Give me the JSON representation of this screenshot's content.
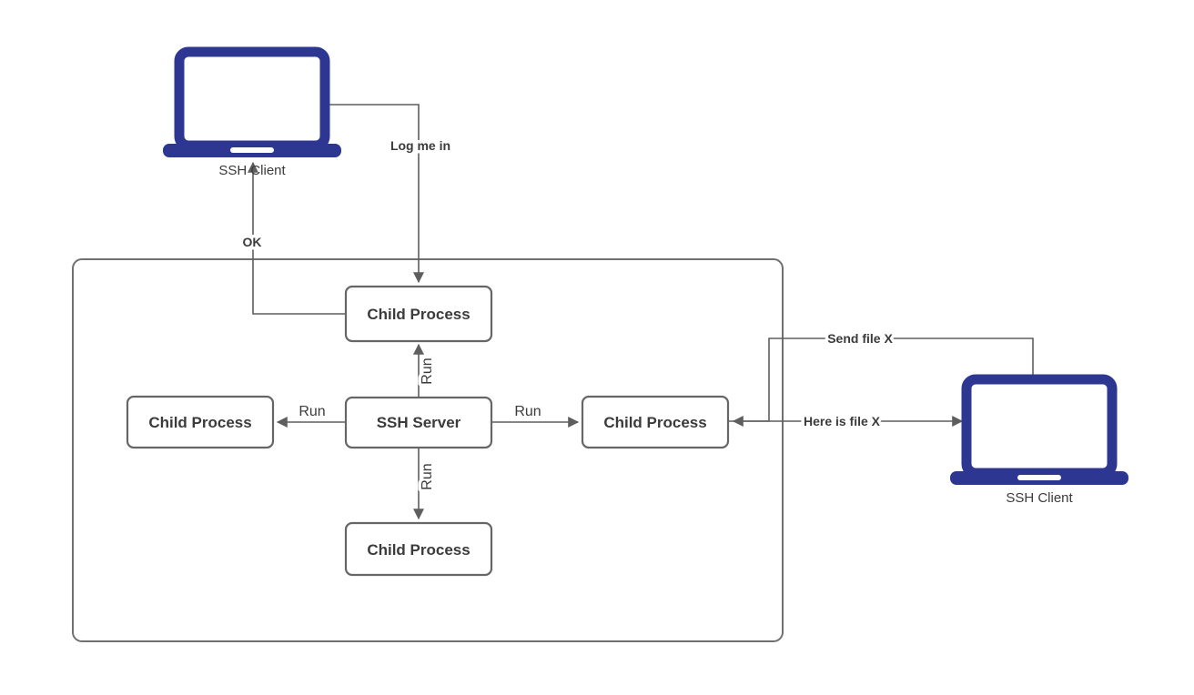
{
  "diagram": {
    "colors": {
      "laptop": "#2d3792",
      "edge": "#5e5e5e",
      "node_border": "#666666",
      "text": "#3b3b3b"
    },
    "nodes": {
      "client_left": {
        "label": "SSH Client"
      },
      "client_right": {
        "label": "SSH Client"
      },
      "server": {
        "label": "SSH Server"
      },
      "child_top": {
        "label": "Child Process"
      },
      "child_left": {
        "label": "Child Process"
      },
      "child_right": {
        "label": "Child Process"
      },
      "child_bottom": {
        "label": "Child Process"
      }
    },
    "edges": {
      "log_me_in": {
        "label": "Log me in"
      },
      "ok": {
        "label": "OK"
      },
      "run_top": {
        "label": "Run"
      },
      "run_left": {
        "label": "Run"
      },
      "run_right": {
        "label": "Run"
      },
      "run_bottom": {
        "label": "Run"
      },
      "send_file": {
        "label": "Send file X"
      },
      "here_is_file": {
        "label": "Here is file X"
      }
    }
  }
}
